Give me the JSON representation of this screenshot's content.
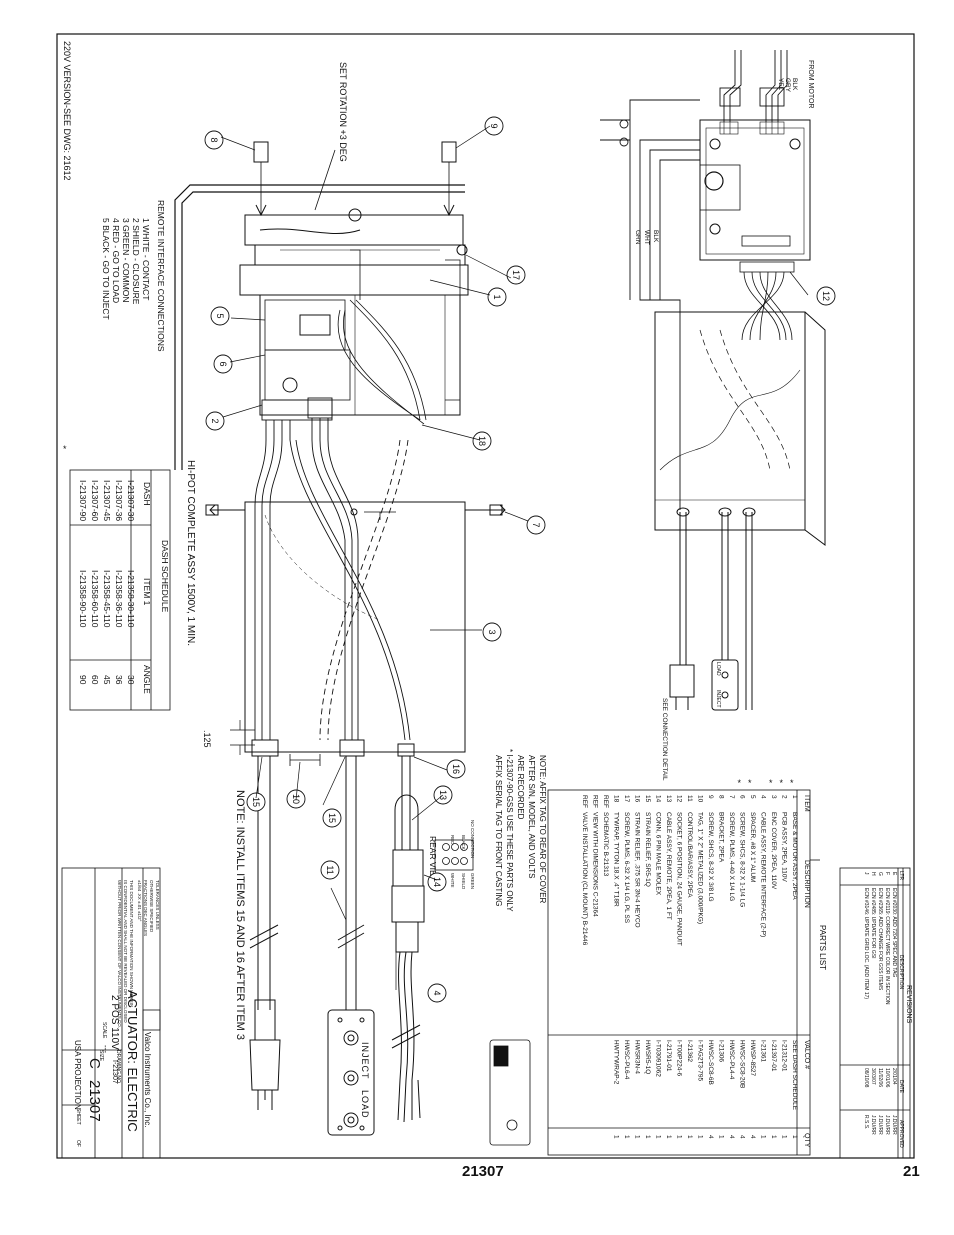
{
  "side_note": "220V VERSION-SEE DWG: 21612",
  "set_rotation": "SET ROTATION +3 DEG",
  "from_motor": "FROM MOTOR",
  "motor_wires": [
    "BLK",
    "GRY",
    "YEL"
  ],
  "ac_wires": [
    "BLK",
    "WHT",
    "GRN"
  ],
  "see_connection": "SEE CONNECTION DETAIL",
  "hipot": "HI-POT COMPLETE ASSY 1500V, 1 MIN.",
  "note_install": "NOTE: INSTALL ITEMS 15 AND 16 AFTER ITEM 3",
  "dim_125": ".125",
  "rear_view": "REAR VIEW",
  "rear_pins": [
    "NO CONNECTION",
    "BLACK",
    "RED",
    "SHIELD",
    "WHITE",
    "GREEN"
  ],
  "remote": {
    "title": "REMOTE INTERFACE CONNECTIONS",
    "rows": [
      "1   WHITE  -  CONTACT",
      "2   SHIELD  -  CLOSURE",
      "3   GREEN  -  COMMON",
      "4   RED  -  GO TO LOAD",
      "5   BLACK  -  GO TO INJECT"
    ]
  },
  "dash": {
    "title": "DASH SCHEDULE",
    "headers": [
      "DASH",
      "ITEM 1",
      "ANGLE"
    ],
    "rows": [
      [
        "I-21307-30",
        "I-21358-30-110",
        "30"
      ],
      [
        "I-21307-36",
        "I-21358-36-110",
        "36"
      ],
      [
        "I-21307-45",
        "I-21358-45-110",
        "45"
      ],
      [
        "I-21307-60",
        "I-21358-60-110",
        "60"
      ],
      [
        "I-21307-90",
        "I-21358-90-110",
        "90"
      ]
    ]
  },
  "notes": [
    "NOTE: AFFIX TAG TO REAR OF COVER",
    "AFTER S/N, MODEL, AND VOLTS",
    "ARE RECORDED",
    "* I-21307-90-GSS USE THESE PARTS ONLY",
    "AFFIX SERIAL TAG TO FRONT CASTING"
  ],
  "parts": {
    "title": "PARTS LIST",
    "headers": [
      "ITEM",
      "DESCRIPTION",
      "VALCO #",
      "QTY"
    ],
    "rows": [
      [
        "1",
        "BASE & MOTOR ASSY, 2PEA",
        "SEE DASH SCHEDULE",
        "1"
      ],
      [
        "2",
        "PCB ASSY, 2PEA, 110V",
        "I-21312-01",
        "1"
      ],
      [
        "3",
        "ENC COVER, 2PEA, 110V",
        "I-21397-01",
        "1"
      ],
      [
        "4",
        "CABLE ASSY, REMOTE INTERFACE (2-P)",
        "I-21361",
        "1"
      ],
      [
        "5",
        "SPACER, #8 X 1\" ALUM",
        "HWSP-8527",
        "4"
      ],
      [
        "6",
        "SCREW, SHCS, 8-32 X 1-1/4 LG",
        "HWSC-SC8-20B",
        "4"
      ],
      [
        "7",
        "SCREW, PLMS, 4-40 X 1/4 LG",
        "HWSC-PL4-4",
        "4"
      ],
      [
        "8",
        "BRACKET, 2PEA",
        "I-21306",
        "1"
      ],
      [
        "9",
        "SCREW, SHCS, 8-32 X 3/8 LG",
        "HWSC-SC8-6B",
        "4"
      ],
      [
        "10",
        "TAG, 1\" X 2\" METALIZED  (3,000/PKG)",
        "I-TAG2T3-795",
        "1"
      ],
      [
        "11",
        "CONTROL/BAR/ASSY, 2PEA",
        "I-21362",
        "1"
      ],
      [
        "12",
        "SOCKET, 6 POSITION, 24 GAUGE, PANDUIT",
        "I-T00P224-6",
        "1"
      ],
      [
        "13",
        "CABLE ASSY, REMOTE, 2PEA, 1 FT",
        "I-21791-01",
        "1"
      ],
      [
        "14",
        "CONN, 6 PIN MALE MOLEX",
        "I-T03091062",
        "1"
      ],
      [
        "15",
        "STRAIN RELIEF, SR5-1Q",
        "HWSR5-1Q",
        "1"
      ],
      [
        "16",
        "STRAIN RELIEF, .375 SR 3N-4 HEYCO",
        "HWSR3N-4",
        "1"
      ],
      [
        "17",
        "SCREW, PLMS, 6-32 X 1/4 LG, PL SS",
        "HWSC-PL6-4",
        "1"
      ],
      [
        "18",
        "TYWRAP, TYTON 18.X .4\" T18R",
        "HWTYWRAP-2",
        "1"
      ]
    ],
    "refs": [
      [
        "REF",
        "SCHEMATIC B-21313"
      ],
      [
        "REF",
        "VIEW WITH DIMENSIONS C-21364"
      ],
      [
        "REF",
        "VALVE INSTALLATION (CL MOUNT) B-21446"
      ]
    ],
    "stars": [
      "1",
      "2",
      "3",
      "5",
      "6"
    ]
  },
  "revisions": {
    "title": "REVISIONS",
    "headers": [
      "LTR",
      "DESCRIPTION",
      "DATE",
      "APPROVED"
    ],
    "rows": [
      [
        "E",
        "ECN #2030: ADD 7204 SPEC AND TAG",
        "2/01/04",
        "J.DU/RR"
      ],
      [
        "F",
        "ECN #2119: CORRECT WIRE COLOR IN SECTION",
        "10/01/06",
        "J.DU/RR"
      ],
      [
        "G",
        "ECN #2365: ADD CHANGE FOR GSS ITEMS",
        "11/02/06",
        "J.DU/RR"
      ],
      [
        "H",
        "ECN #2485: UPDATE FOR GSI",
        "3/03/07",
        "J.DU/RR"
      ],
      [
        "J",
        "ECN #3146: UPDATE GRID LOC. (ADD ITEM 17)",
        "08/10/08",
        "R.S.S."
      ]
    ]
  },
  "title_block": {
    "company": "Valco Instruments Co., Inc.",
    "title1": "ACTUATOR: ELECTRIC",
    "title2": "2 POS 110V",
    "size_label": "SIZE",
    "size": "C",
    "dwg_label": "DRAWING NO.",
    "dwg_no": "21307",
    "part_no": "I-21307",
    "scale_label": "SCALE",
    "scale": "---",
    "projection": "USA PROJECTION",
    "sheet_label": "SHEET",
    "of_label": "OF",
    "tolerance": [
      "TOLERANCES UNLESS",
      "OTHERWISE SPECIFIED",
      "FRACTIONS   DEC   ANGLES",
      "±1/64   .XX ±.01   ±1/2°",
      "THIS DOCUMENT AND THE INFORMATION SHOWN HEREIN",
      "IS CONFIDENTIAL AND SHALL NOT BE REVEALED OR DISCLOSED",
      "WITHOUT PRIOR WRITTEN CONSENT OF VALCO INSTRUMENTS CO."
    ]
  },
  "balloons": [
    "1",
    "2",
    "3",
    "4",
    "5",
    "6",
    "7",
    "8",
    "9",
    "10",
    "11",
    "12",
    "13",
    "14",
    "15",
    "15",
    "16",
    "17",
    "18"
  ],
  "inject_label": "INJECT",
  "load_label": "LOAD",
  "switch_labels": [
    "LOAD",
    "INJECT"
  ],
  "footer": {
    "dwg": "21307",
    "page": "21"
  }
}
